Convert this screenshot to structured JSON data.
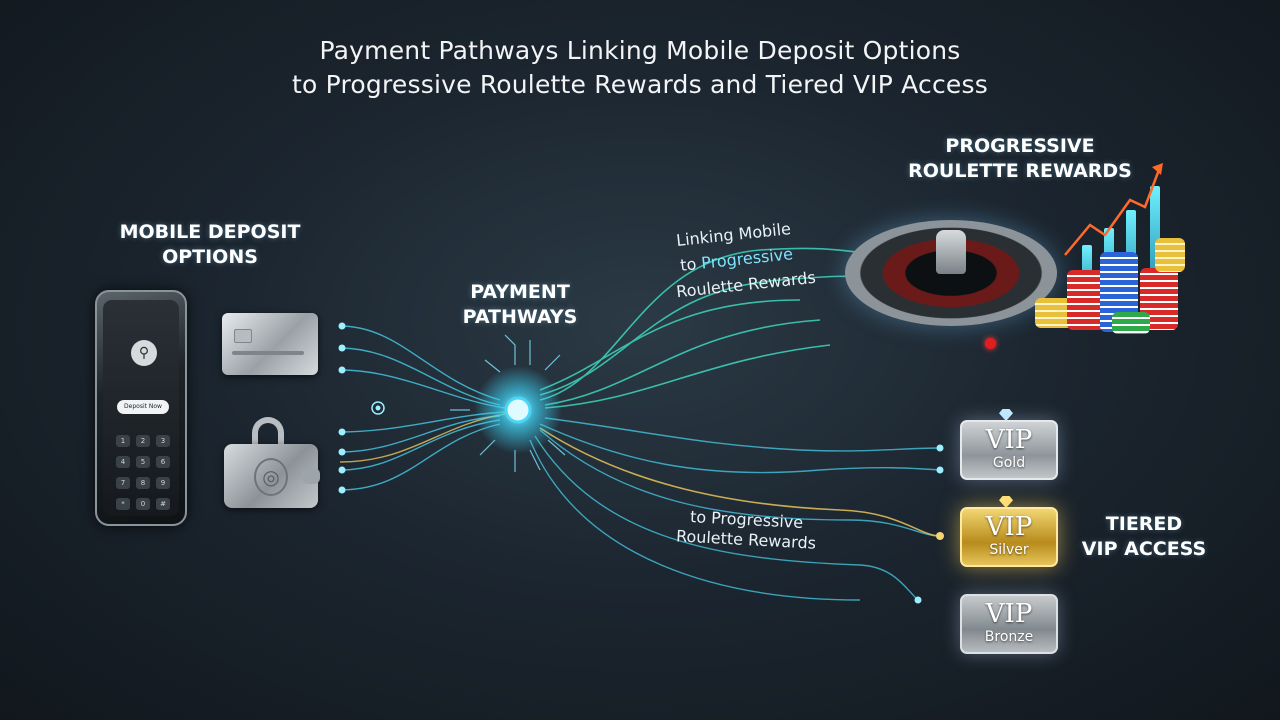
{
  "title": {
    "line1": "Payment Pathways Linking Mobile Deposit Options",
    "line2": "to Progressive Roulette Rewards and Tiered VIP Access"
  },
  "mobile_deposit": {
    "heading_line1": "MOBILE DEPOSIT",
    "heading_line2": "OPTIONS",
    "phone_button": "Deposit Now"
  },
  "payment_pathways": {
    "heading_line1": "PAYMENT",
    "heading_line2": "PATHWAYS"
  },
  "progressive_rewards": {
    "heading_line1": "PROGRESSIVE",
    "heading_line2": "ROULETTE REWARDS"
  },
  "flow_labels": {
    "upper_line1": "Linking Mobile",
    "upper_line2_prefix": "to ",
    "upper_line2_accent": "Progressive",
    "upper_line3": "Roulette Rewards",
    "lower_line1": "to Progressive",
    "lower_line2": "Roulette Rewards"
  },
  "tiered_vip": {
    "heading_line1": "TIERED",
    "heading_line2": "VIP ACCESS",
    "tiers": [
      {
        "main": "VIP",
        "sub": "Gold",
        "color": "#b9bec3"
      },
      {
        "main": "VIP",
        "sub": "Silver",
        "color": "#d4b03a"
      },
      {
        "main": "VIP",
        "sub": "Bronze",
        "color": "#a8aeb3"
      }
    ]
  },
  "colors": {
    "flow_cyan": "#49d7f5",
    "flow_teal": "#3fe0c5",
    "flow_gold": "#e8c45a",
    "chip_red": "#d92a2a",
    "chip_blue": "#2b63d9"
  }
}
